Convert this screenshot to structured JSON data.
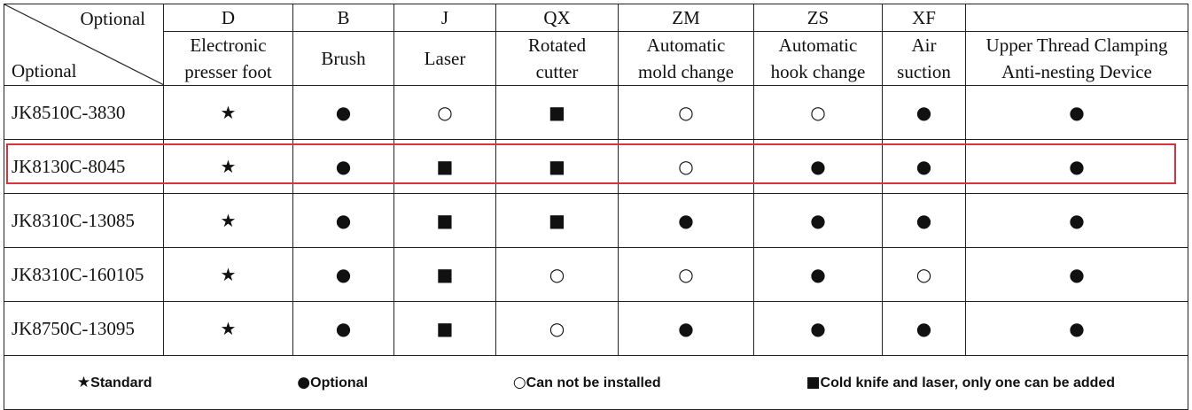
{
  "corner": {
    "top_label": "Optional",
    "bottom_label": "Optional"
  },
  "columns": [
    {
      "code": "D",
      "name_line1": "Electronic",
      "name_line2": "presser foot"
    },
    {
      "code": "B",
      "name_line1": "Brush",
      "name_line2": ""
    },
    {
      "code": "J",
      "name_line1": "Laser",
      "name_line2": ""
    },
    {
      "code": "QX",
      "name_line1": "Rotated",
      "name_line2": "cutter"
    },
    {
      "code": "ZM",
      "name_line1": "Automatic",
      "name_line2": "mold change"
    },
    {
      "code": "ZS",
      "name_line1": "Automatic",
      "name_line2": "hook change"
    },
    {
      "code": "XF",
      "name_line1": "Air",
      "name_line2": "suction"
    },
    {
      "code": "",
      "name_line1": "Upper Thread Clamping",
      "name_line2": "Anti-nesting Device"
    }
  ],
  "rows": [
    {
      "model": "JK8510C-3830",
      "cells": [
        "★",
        "●",
        "○",
        "■",
        "○",
        "○",
        "●",
        "●"
      ]
    },
    {
      "model": "JK8130C-8045",
      "cells": [
        "★",
        "●",
        "■",
        "■",
        "○",
        "●",
        "●",
        "●"
      ],
      "highlighted": true
    },
    {
      "model": "JK8310C-13085",
      "cells": [
        "★",
        "●",
        "■",
        "■",
        "●",
        "●",
        "●",
        "●"
      ]
    },
    {
      "model": "JK8310C-160105",
      "cells": [
        "★",
        "●",
        "■",
        "○",
        "○",
        "●",
        "○",
        "●"
      ]
    },
    {
      "model": "JK8750C-13095",
      "cells": [
        "★",
        "●",
        "■",
        "○",
        "●",
        "●",
        "●",
        "●"
      ]
    }
  ],
  "legend": [
    {
      "symbol": "★",
      "label": "Standard"
    },
    {
      "symbol": "●",
      "label": "Optional"
    },
    {
      "symbol": "○",
      "label": "Can not be installed"
    },
    {
      "symbol": "■",
      "label": "Cold knife and laser, only one can be added"
    }
  ],
  "colors": {
    "highlight": "#d9343b",
    "border": "#222222"
  }
}
